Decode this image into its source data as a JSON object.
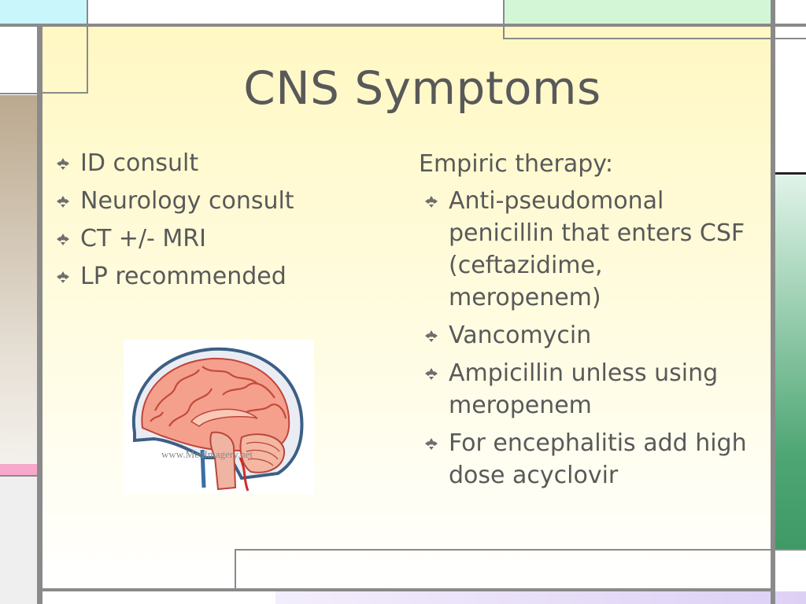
{
  "slide": {
    "title": "CNS Symptoms",
    "left_bullets": [
      "ID consult",
      "Neurology consult",
      "CT +/- MRI",
      "LP recommended"
    ],
    "right_heading": "Empiric therapy:",
    "right_bullets": [
      "Anti-pseudomonal penicillin that enters CSF (ceftazidime, meropenem)",
      "Vancomycin",
      "Ampicillin unless using meropenem",
      "For encephalitis add high dose acyclovir"
    ],
    "image_watermark": "www.MedImagery.net",
    "bullet_icon": "four-diamond-bullet-icon"
  },
  "colors": {
    "text": "#595959",
    "panel_top": "#fff8c3",
    "accent_cyan": "#c9f6fb",
    "accent_mint": "#d3f7d6",
    "accent_tan": "#bfae94",
    "accent_pink": "#f7a8cb",
    "accent_green": "#3e9a66",
    "accent_lavender": "#e6dcf8"
  }
}
